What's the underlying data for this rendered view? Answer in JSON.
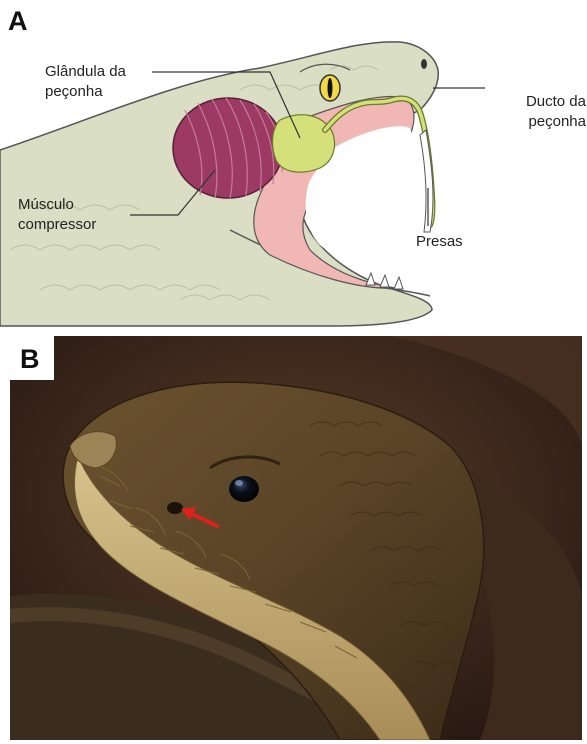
{
  "panel_a": {
    "letter": "A",
    "labels": {
      "glandula": "Glândula da\npeçonha",
      "musculo": "Músculo\ncompressor",
      "ducto": "Ducto da\npeçonha",
      "presas": "Presas"
    }
  },
  "panel_b": {
    "letter": "B"
  },
  "colors": {
    "snake_skin": "#d9dec4",
    "muscle": "#9c3a63",
    "gland": "#d4e07a",
    "mouth": "#f0b7b4",
    "arrow": "#e0201c"
  }
}
